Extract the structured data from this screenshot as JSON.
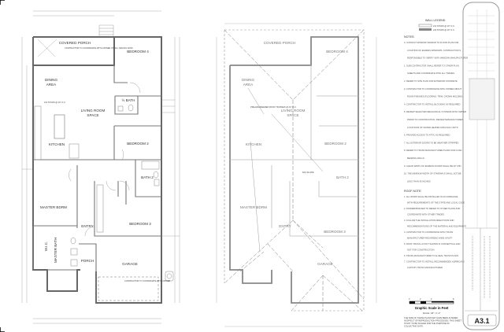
{
  "sheet": {
    "number": "A3.1"
  },
  "floor_plan": {
    "rooms": {
      "covered_porch": "COVERED PORCH",
      "bedroom4": "BEDROOM 4",
      "dining": "DINING",
      "dining2": "AREA",
      "living": "LIVING ROOM",
      "living2": "SPACE",
      "half_bath": "½ BATH",
      "kitchen": "KITCHEN",
      "bedroom2": "BEDROOM 2",
      "bath2": "BATH 2",
      "master": "MASTER BDRM",
      "master_bath": "MASTER BATH",
      "wic": "W.I.C.",
      "entry": "ENTRY",
      "bedroom3": "BEDROOM 3",
      "porch": "PORCH",
      "garage": "GARAGE"
    },
    "callouts": {
      "studs": "2x4 STUDS @ 16\" O.C.",
      "porch_note": "CONTRACTOR TO COORDINATE WITH OWNER ON ALL CEILING FANS",
      "garage_note": "CONTRACTOR TO COORDINATE WITH OWNER"
    }
  },
  "roof_plan": {
    "rooms": {
      "covered_porch": "COVERED PORCH",
      "bedroom4": "BEDROOM 4",
      "dining": "DINING",
      "dining2": "AREA",
      "living": "LIVING ROOM",
      "living2": "SPACE",
      "kitchen": "KITCHEN",
      "bedroom2": "BEDROOM 2",
      "bath2": "BATH 2",
      "master": "MASTER BDRM",
      "entry": "ENTRY",
      "bedroom3": "BEDROOM 3",
      "garage": "GARAGE"
    },
    "truss_note": "PRE-ENGINEERED ROOF TRUSSES @ 24\" O.C.",
    "slope_label": "6/12 SLOPE"
  },
  "legend": {
    "title": "WALL LEGEND",
    "items": [
      "2x4 STUDS @ 16\" O.C.",
      "2x6 STUDS @ 16\" O.C."
    ]
  },
  "notes": {
    "title": "NOTES:",
    "lines": [
      "A. CONSULT WINDOW VENDOR TO FLOOR PLAN FOR",
      "LOCATION OF EGRESS WINDOWS. CONTRACTOR IS",
      "RESPONSIBLE TO VERIFY WITH WINDOW MANUFACTURER",
      "1. SUB-CONTRACTOR SHALL REFER TO OTHER PLAN",
      "SHEETS AND COORDINATE WITH ALL TRADES",
      "2. REFER TO SITE PLAN FOR EXTERIOR CONCRETE",
      "3. CONTRACTOR TO COORDINATE WITH OWNER ABOUT",
      "ROOM FINISHES (FLOORING, TRIM, CROWN MOLDING)",
      "4. CONTRACTOR TO INSTALL BLOCKING AS REQUIRED",
      "5. REVIEW SELECTED MECHANICAL SYSTEMS WITH OWNER",
      "PRIOR TO CONSTRUCTION. REVIEW MANUFACTURER",
      "LOCATIONS OF WATER HEATER AND HVAC UNITS",
      "6. PROVIDE ACCESS TO ATTIC AS REQUIRED",
      "7. ALL EXTERIOR DOORS TO BE WEATHER STRIPPED",
      "8. REFER TO TRUSS MANUFACTURER PLANS FOR LOAD",
      "BEARING WALLS",
      "9. CLEAR WIDTH OF EGRESS DOORS SHALL BE 32\" MIN",
      "10. THE MINIMUM WIDTH OF STAIRWAYS SHALL NOT BE",
      "LESS THAN 36 INCHES"
    ],
    "roof_title": "ROOF NOTE:",
    "roof_lines": [
      "1. ALL WORK SHALL BE INSTALLED IN ACCORDANCE",
      "WITH REQUIREMENTS OF THE STATE AND LOCAL CODE",
      "2. FRAMER/BUILDER TO REFER TO OTHER PLANS AND",
      "COORDINATE WITH OTHER TRADES",
      "3. FOLLOW THE INSTALLATION DIRECTIONS AND",
      "RECOMMENDATIONS OF THE MATERIAL AND EQUIPMENT",
      "4. CONTRACTOR TO COORDINATE WITH TRUSS",
      "MANUFACTURER REGARDING WIND UPLIFT",
      "5. ROOF TRUSS LAYOUT SHOWN IS CONCEPTUAL AND",
      "NOT FOR CONSTRUCTION",
      "6. TRUSS MANUFACTURER TO E-SEAL TRUSS PLANS",
      "7. CONTRACTOR TO INSTALL RECOMMENDED HURRICANE",
      "CLIPS BY TRUSS MANUFACTURER"
    ]
  },
  "scale": {
    "ticks": [
      "0",
      "2",
      "4",
      "8"
    ],
    "title": "Graphic Scale in Feet",
    "text": "SCALE: 1/8\" = 1'-0\"",
    "disclaimer": [
      "THE SIZE OF THESE PLANS MAY HAVE BEEN ALTERED",
      "IN EFFECT OF REPRODUCTION PROCESSES. THIS SHEET",
      "IS NOT TO BE SCALED FOR THE PURPOSE OF",
      "COLLECTING DATA."
    ]
  },
  "colors": {
    "wall": "#666666",
    "roof_wall": "#888888",
    "line": "#999999"
  }
}
